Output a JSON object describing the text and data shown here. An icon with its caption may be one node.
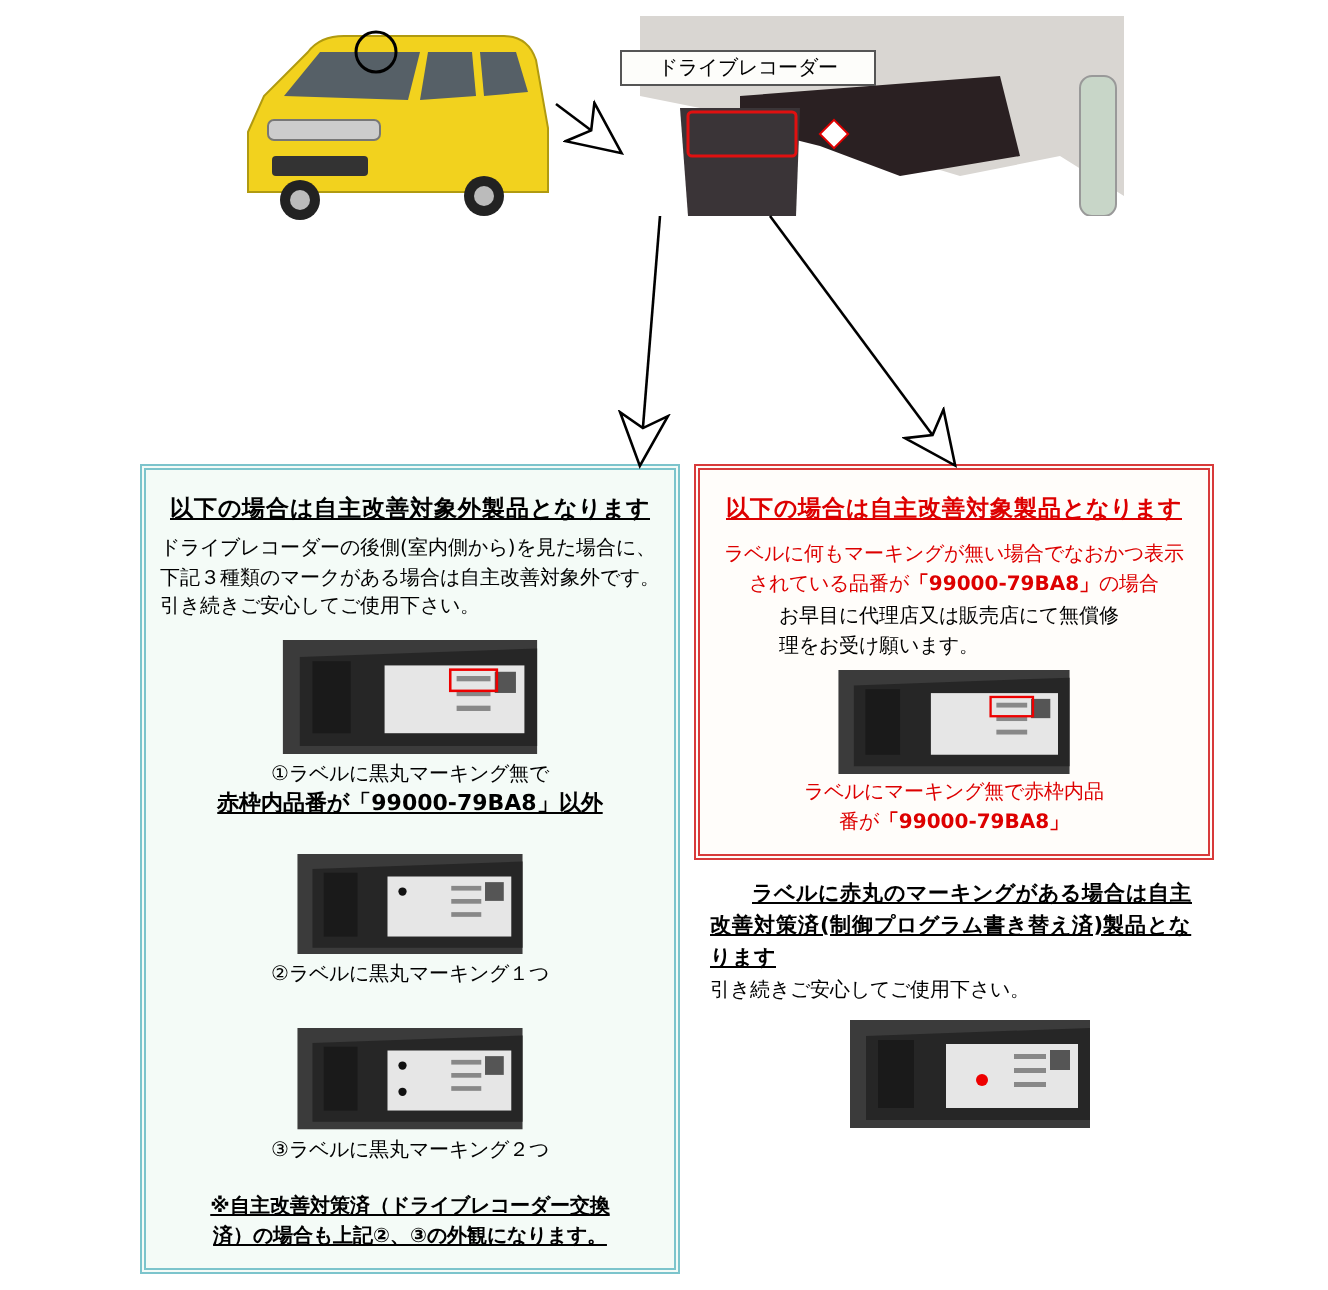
{
  "diagram": {
    "nodes": [
      {
        "text": [],
        "shape": "picture"
      },
      {
        "text": [],
        "shape": "picture"
      },
      {
        "text": [
          "ドライブレコーダー"
        ],
        "in": 1
      },
      {
        "text": [
          "以下の場合は自主改善対象外製品となります",
          "ドライブレコーダーの後側(室内側から)を見た場合に、下記３種類のマークがある場合は自主改善対象外です。引き続きご安心してご使用下さい。",
          "①ラベルに黒丸マーキング無で",
          "赤枠内品番が「99000-79BA8」以外",
          "②ラベルに黒丸マーキング１つ",
          "③ラベルに黒丸マーキング２つ",
          "※自主改善対策済（ドライブレコーダー交換済）の場合も上記②、③の外観になります。"
        ]
      },
      {
        "text": [
          "以下の場合は自主改善対象製品となります",
          "ラベルに何もマーキングが無い場合でなおかつ表示されている品番が**「99000-79BA8」**の場合",
          "お早目に代理店又は販売店にて無償修理をお受け願います。",
          "ラベルにマーキング無で赤枠内品番が**「99000-79BA8」**"
        ]
      }
    ],
    "edges": [
      {
        "from": 0,
        "to": 1,
        "arrow": "to"
      },
      {
        "from": 1,
        "to": 3,
        "arrow": "to"
      },
      {
        "from": 1,
        "to": 4,
        "arrow": "to"
      }
    ],
    "labels": [
      "ラベルに赤丸のマーキングがある場合は自主改善対策済(制御プログラム書き替え済)製品となります",
      "引き続きご安心してご使用下さい。"
    ]
  }
}
